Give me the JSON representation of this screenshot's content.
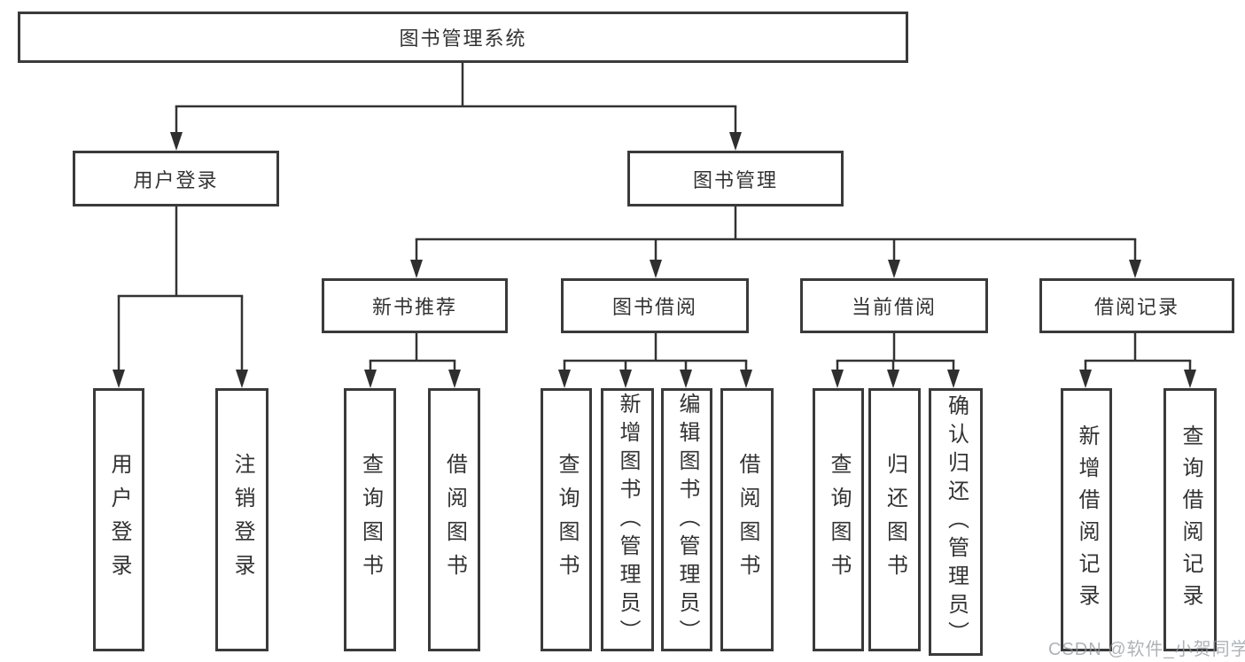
{
  "tree": {
    "root": "图书管理系统",
    "children": [
      {
        "label": "用户登录",
        "children": [
          {
            "label": "用户登录"
          },
          {
            "label": "注销登录"
          }
        ]
      },
      {
        "label": "图书管理",
        "children": [
          {
            "label": "新书推荐",
            "children": [
              {
                "label": "查询图书"
              },
              {
                "label": "借阅图书"
              }
            ]
          },
          {
            "label": "图书借阅",
            "children": [
              {
                "label": "查询图书"
              },
              {
                "label": "新增图书（管理员）"
              },
              {
                "label": "编辑图书（管理员）"
              },
              {
                "label": "借阅图书"
              }
            ]
          },
          {
            "label": "当前借阅",
            "children": [
              {
                "label": "查询图书"
              },
              {
                "label": "归还图书"
              },
              {
                "label": "确认归还（管理员）"
              }
            ]
          },
          {
            "label": "借阅记录",
            "children": [
              {
                "label": "新增借阅记录"
              },
              {
                "label": "查询借阅记录"
              }
            ]
          }
        ]
      }
    ]
  },
  "watermark": {
    "text": "CSDN @软件_小贺同学"
  },
  "colors": {
    "background": "#ffffff",
    "box_border": "#3a3a3a",
    "line": "#333333",
    "arrow": "#2f2f2f",
    "text": "#333333",
    "watermark_text": "#8f969f"
  }
}
